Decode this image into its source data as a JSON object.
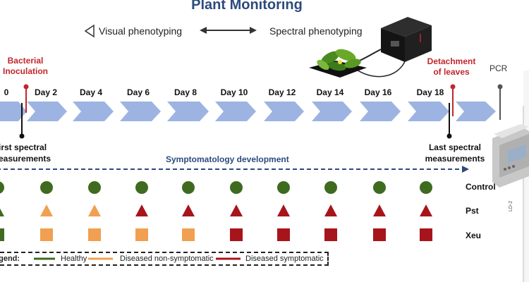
{
  "title": "Plant Monitoring",
  "visual_phenotyping": "Visual phenotyping",
  "spectral_phenotyping": "Spectral phenotyping",
  "bacterial_inoculation": [
    "Bacterial",
    "Inoculation"
  ],
  "detachment_of_leaves": [
    "Detachment",
    "of leaves"
  ],
  "pcr": "PCR",
  "days": [
    "0",
    "Day 2",
    "Day 4",
    "Day 6",
    "Day 8",
    "Day 10",
    "Day 12",
    "Day 14",
    "Day 16",
    "Day 18"
  ],
  "first_spectral": [
    "irst spectral",
    "easurements"
  ],
  "last_spectral": [
    "Last spectral",
    "measurements"
  ],
  "symptomatology": "Symptomatology development",
  "rows": [
    {
      "label": "Control",
      "shape": "circle",
      "states": [
        "healthy",
        "healthy",
        "healthy",
        "healthy",
        "healthy",
        "healthy",
        "healthy",
        "healthy",
        "healthy",
        "healthy"
      ]
    },
    {
      "label": "Pst",
      "shape": "triangle",
      "states": [
        "healthy",
        "non-symptomatic",
        "non-symptomatic",
        "symptomatic",
        "symptomatic",
        "symptomatic",
        "symptomatic",
        "symptomatic",
        "symptomatic",
        "symptomatic"
      ]
    },
    {
      "label": "Xeu",
      "shape": "square",
      "states": [
        "healthy",
        "non-symptomatic",
        "non-symptomatic",
        "non-symptomatic",
        "non-symptomatic",
        "symptomatic",
        "symptomatic",
        "symptomatic",
        "symptomatic",
        "symptomatic"
      ]
    }
  ],
  "legend": {
    "title": "egend:",
    "healthy": "Healthy",
    "non_symptomatic": "Diseased non-symptomatic",
    "symptomatic": "Diseased symptomatic"
  },
  "colors": {
    "healthy": "#3e6b1f",
    "non-symptomatic": "#f0a050",
    "symptomatic": "#a8141c",
    "arrow": "#9db4e2",
    "title": "#2c4a7c",
    "red_text": "#c0262c"
  },
  "icons": [
    "eye-icon",
    "double-arrow-icon",
    "spectrometer-icon",
    "plant-icon",
    "pcr-machine-icon"
  ]
}
